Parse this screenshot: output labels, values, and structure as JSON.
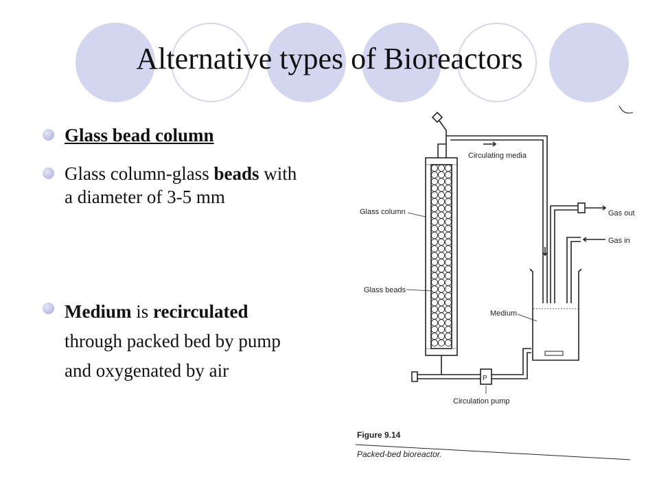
{
  "slide": {
    "title": "Alternative types of Bioreactors",
    "bullets": {
      "heading": "Glass bead column",
      "b2_pre": "Glass column-glass ",
      "b2_bold": "beads",
      "b2_post": " with a diameter of 3-5 mm",
      "b3_bold1": "Medium",
      "b3_mid": " is ",
      "b3_bold2": "recirculated",
      "b3_post": " through packed bed by pump and oxygenated by air"
    }
  },
  "figure": {
    "labels": {
      "circulating_media": "Circulating media",
      "glass_column": "Glass column",
      "glass_beads": "Glass beads",
      "medium": "Medium",
      "gas_out": "Gas out",
      "gas_in": "Gas in",
      "circulation_pump": "Circulation pump",
      "pump_symbol": "P"
    },
    "caption_number": "Figure 9.14",
    "caption_text": "Packed-bed bioreactor."
  },
  "colors": {
    "circle_fill": "#d4d6ef",
    "bullet": "#b9bce5",
    "line": "#222222"
  }
}
